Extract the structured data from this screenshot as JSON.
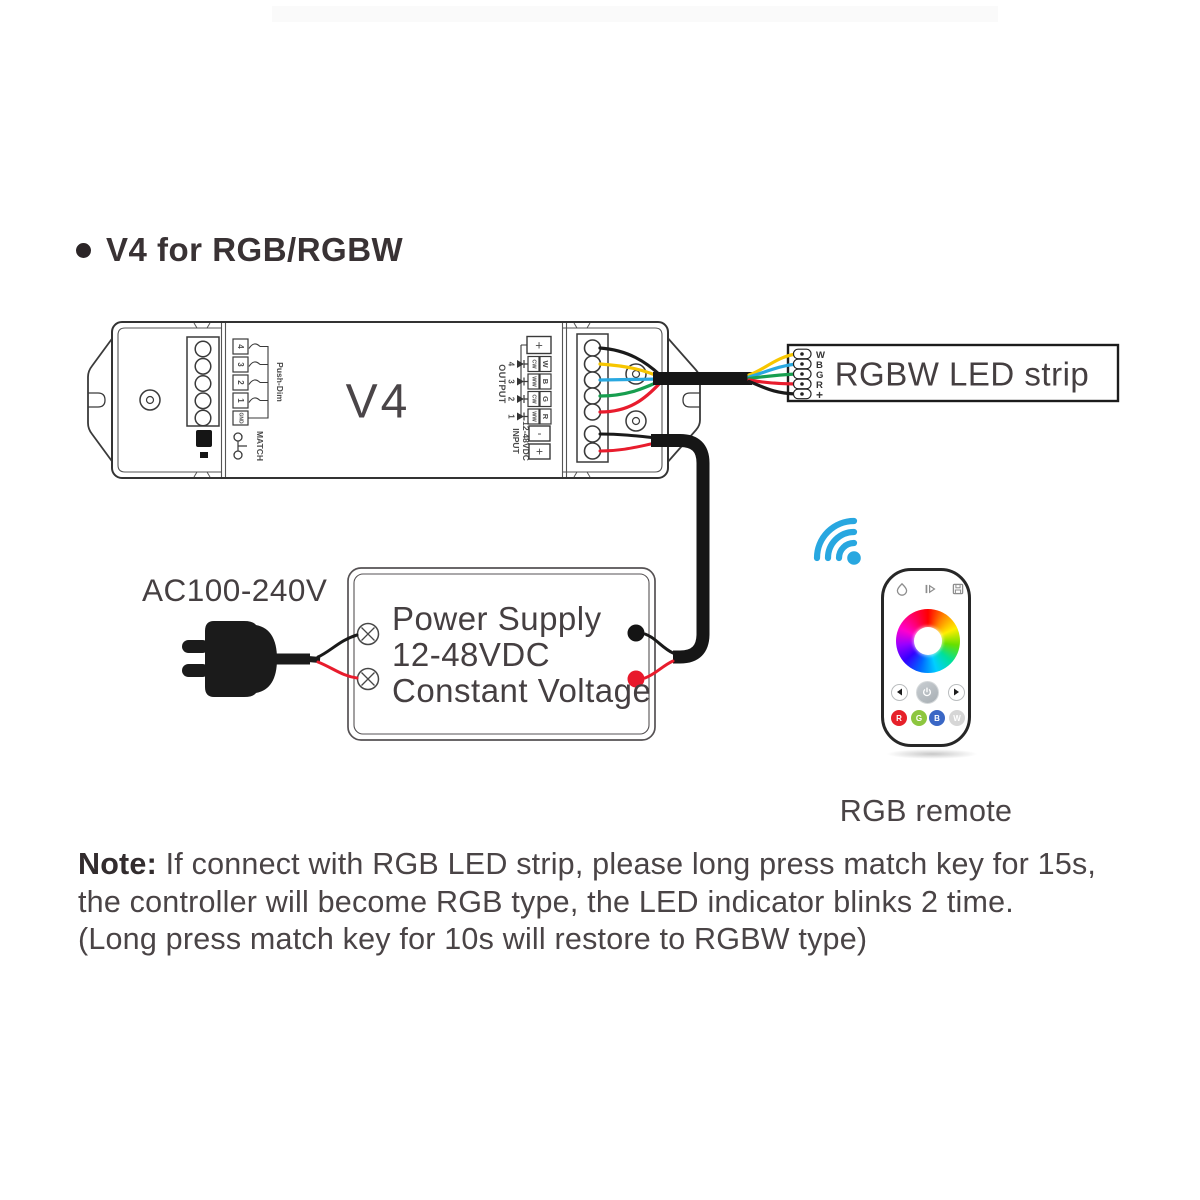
{
  "header": {
    "title": "V4 for RGB/RGBW"
  },
  "controller": {
    "model": "V4",
    "dim": {
      "label": "Push-Dim",
      "channels": [
        "4",
        "3",
        "2",
        "1",
        "GND"
      ]
    },
    "match_label": "MATCH",
    "output": {
      "label": "OUTPUT",
      "plus": "+",
      "rows": [
        {
          "num": "4",
          "type": "CW",
          "ch": "W"
        },
        {
          "num": "3",
          "type": "WW",
          "ch": "B"
        },
        {
          "num": "2",
          "type": "CW",
          "ch": "G"
        },
        {
          "num": "1",
          "type": "WW",
          "ch": "R"
        }
      ]
    },
    "input": {
      "label": "INPUT",
      "voltage": "12-48VDC",
      "minus": "-",
      "plus": "+"
    }
  },
  "led_strip": {
    "title": "RGBW LED strip",
    "pads": [
      "W",
      "B",
      "G",
      "R",
      "+"
    ]
  },
  "power": {
    "ac_label": "AC100-240V",
    "lines": [
      "Power Supply",
      "12-48VDC",
      "Constant Voltage"
    ]
  },
  "remote": {
    "caption": "RGB remote",
    "top_icons": [
      "scene-icon",
      "brightness-icon",
      "save-icon"
    ],
    "nav_prev": "◀",
    "nav_next": "▶",
    "color_buttons": [
      {
        "label": "R",
        "color": "#e6212a"
      },
      {
        "label": "G",
        "color": "#8dc63f"
      },
      {
        "label": "B",
        "color": "#3a67c5"
      },
      {
        "label": "W",
        "color": "#d6d6d6"
      }
    ]
  },
  "note": {
    "prefix": "Note:",
    "line1_rest": " If connect with RGB LED strip, please long press match key for 15s,",
    "line2": "the controller will become RGB type, the LED indicator blinks 2 time.",
    "line3": "(Long press match key for 10s will restore to RGBW type)"
  },
  "colors": {
    "wire_black": "#1a1a1a",
    "wire_yellow": "#f7c600",
    "wire_blue": "#29a8e0",
    "wire_green": "#179e4f",
    "wire_red": "#e81c2d",
    "wifi_blue": "#28a7e0",
    "outline": "#3a3a3a"
  }
}
